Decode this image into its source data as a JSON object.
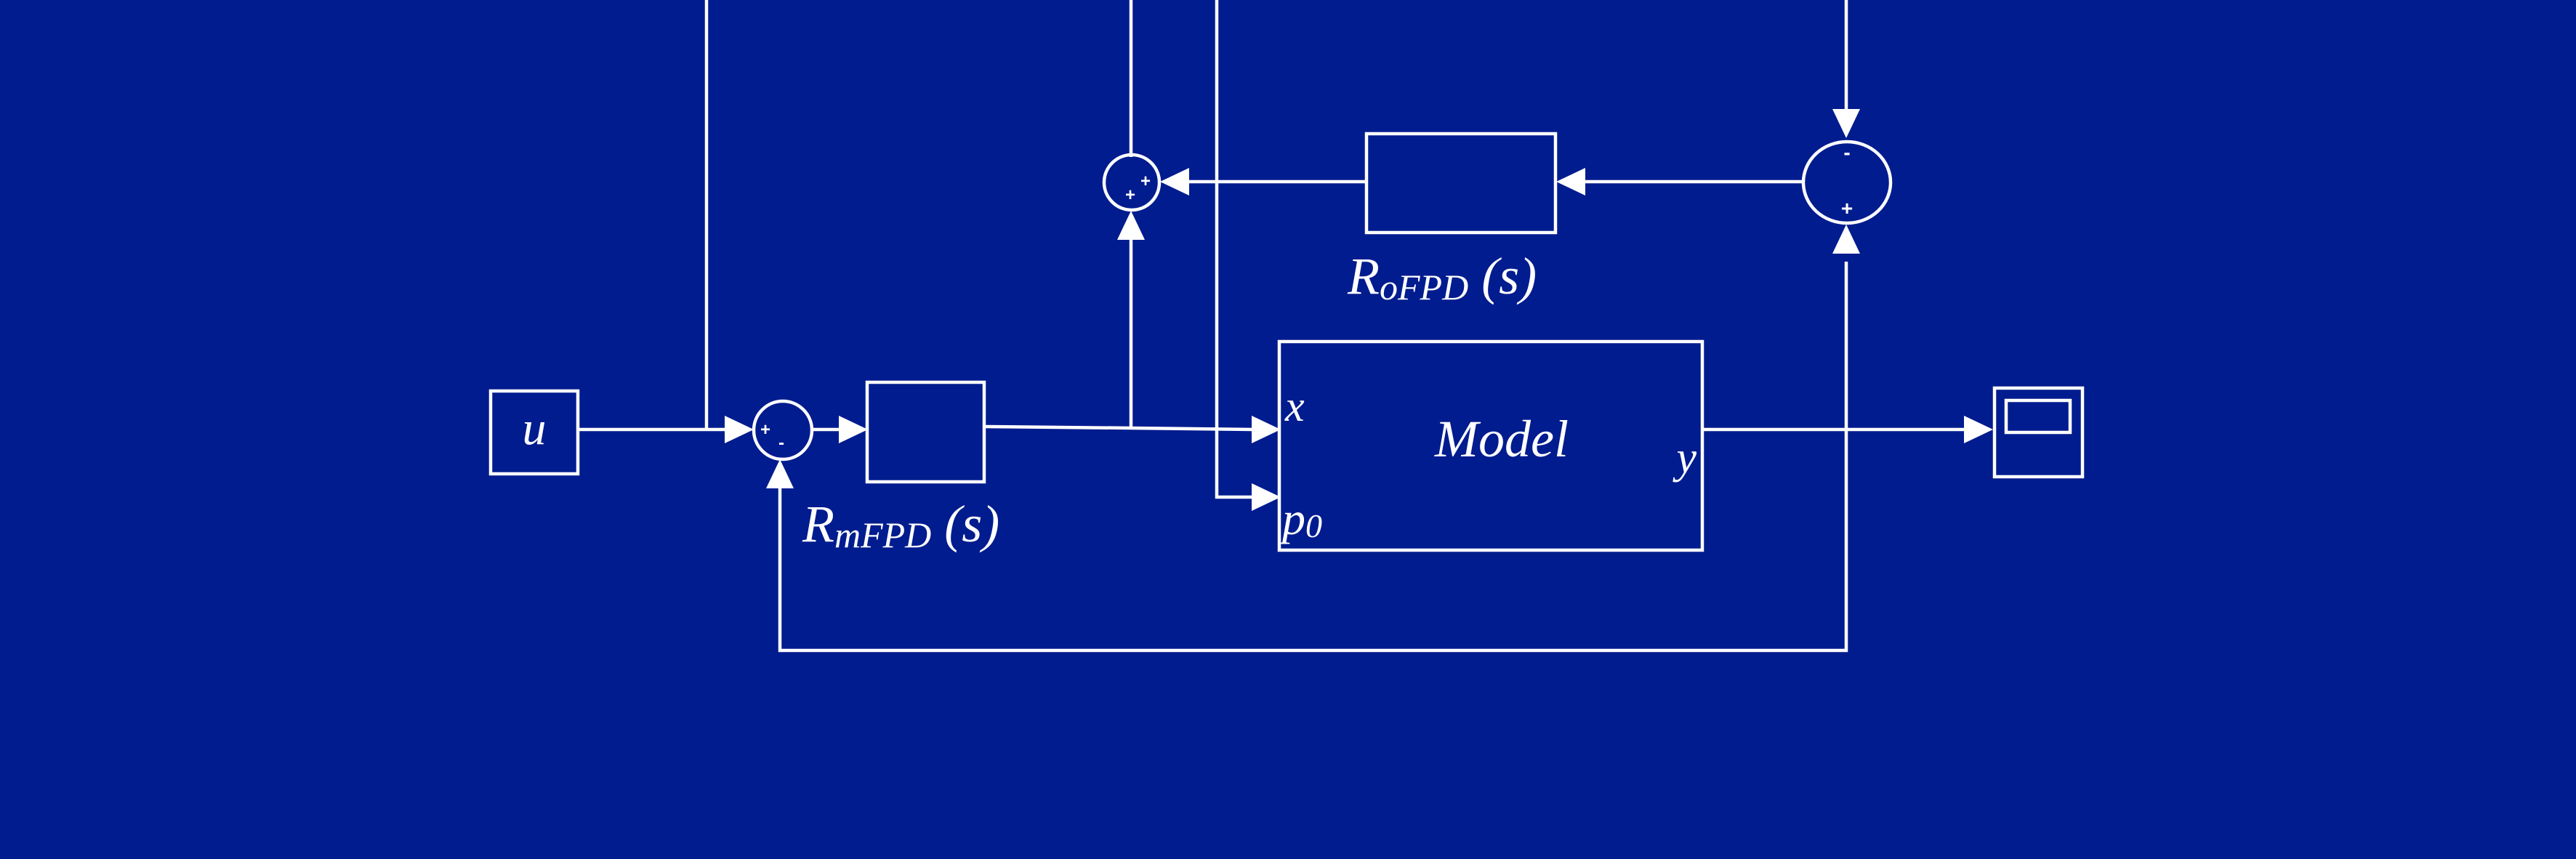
{
  "diagram": {
    "background_color": "#011C8E",
    "line_color": "#FFFFFF",
    "blocks": {
      "input": {
        "label": "u"
      },
      "controller_m": {
        "label_main": "R",
        "label_sub": "mFPD",
        "label_tail": " (s)"
      },
      "controller_o": {
        "label_main": "R",
        "label_sub": "oFPD",
        "label_tail": " (s)"
      },
      "model": {
        "title": "Model",
        "port_x": "x",
        "port_p": "p",
        "port_p_sub": "0",
        "port_y": "y"
      },
      "scope": {
        "icon": "scope-icon"
      }
    },
    "sums": {
      "sum_main": {
        "signs": [
          "+",
          "-"
        ]
      },
      "sum_top": {
        "signs": [
          "+",
          "+"
        ]
      },
      "sum_right": {
        "signs": [
          "-",
          "+"
        ]
      }
    }
  }
}
